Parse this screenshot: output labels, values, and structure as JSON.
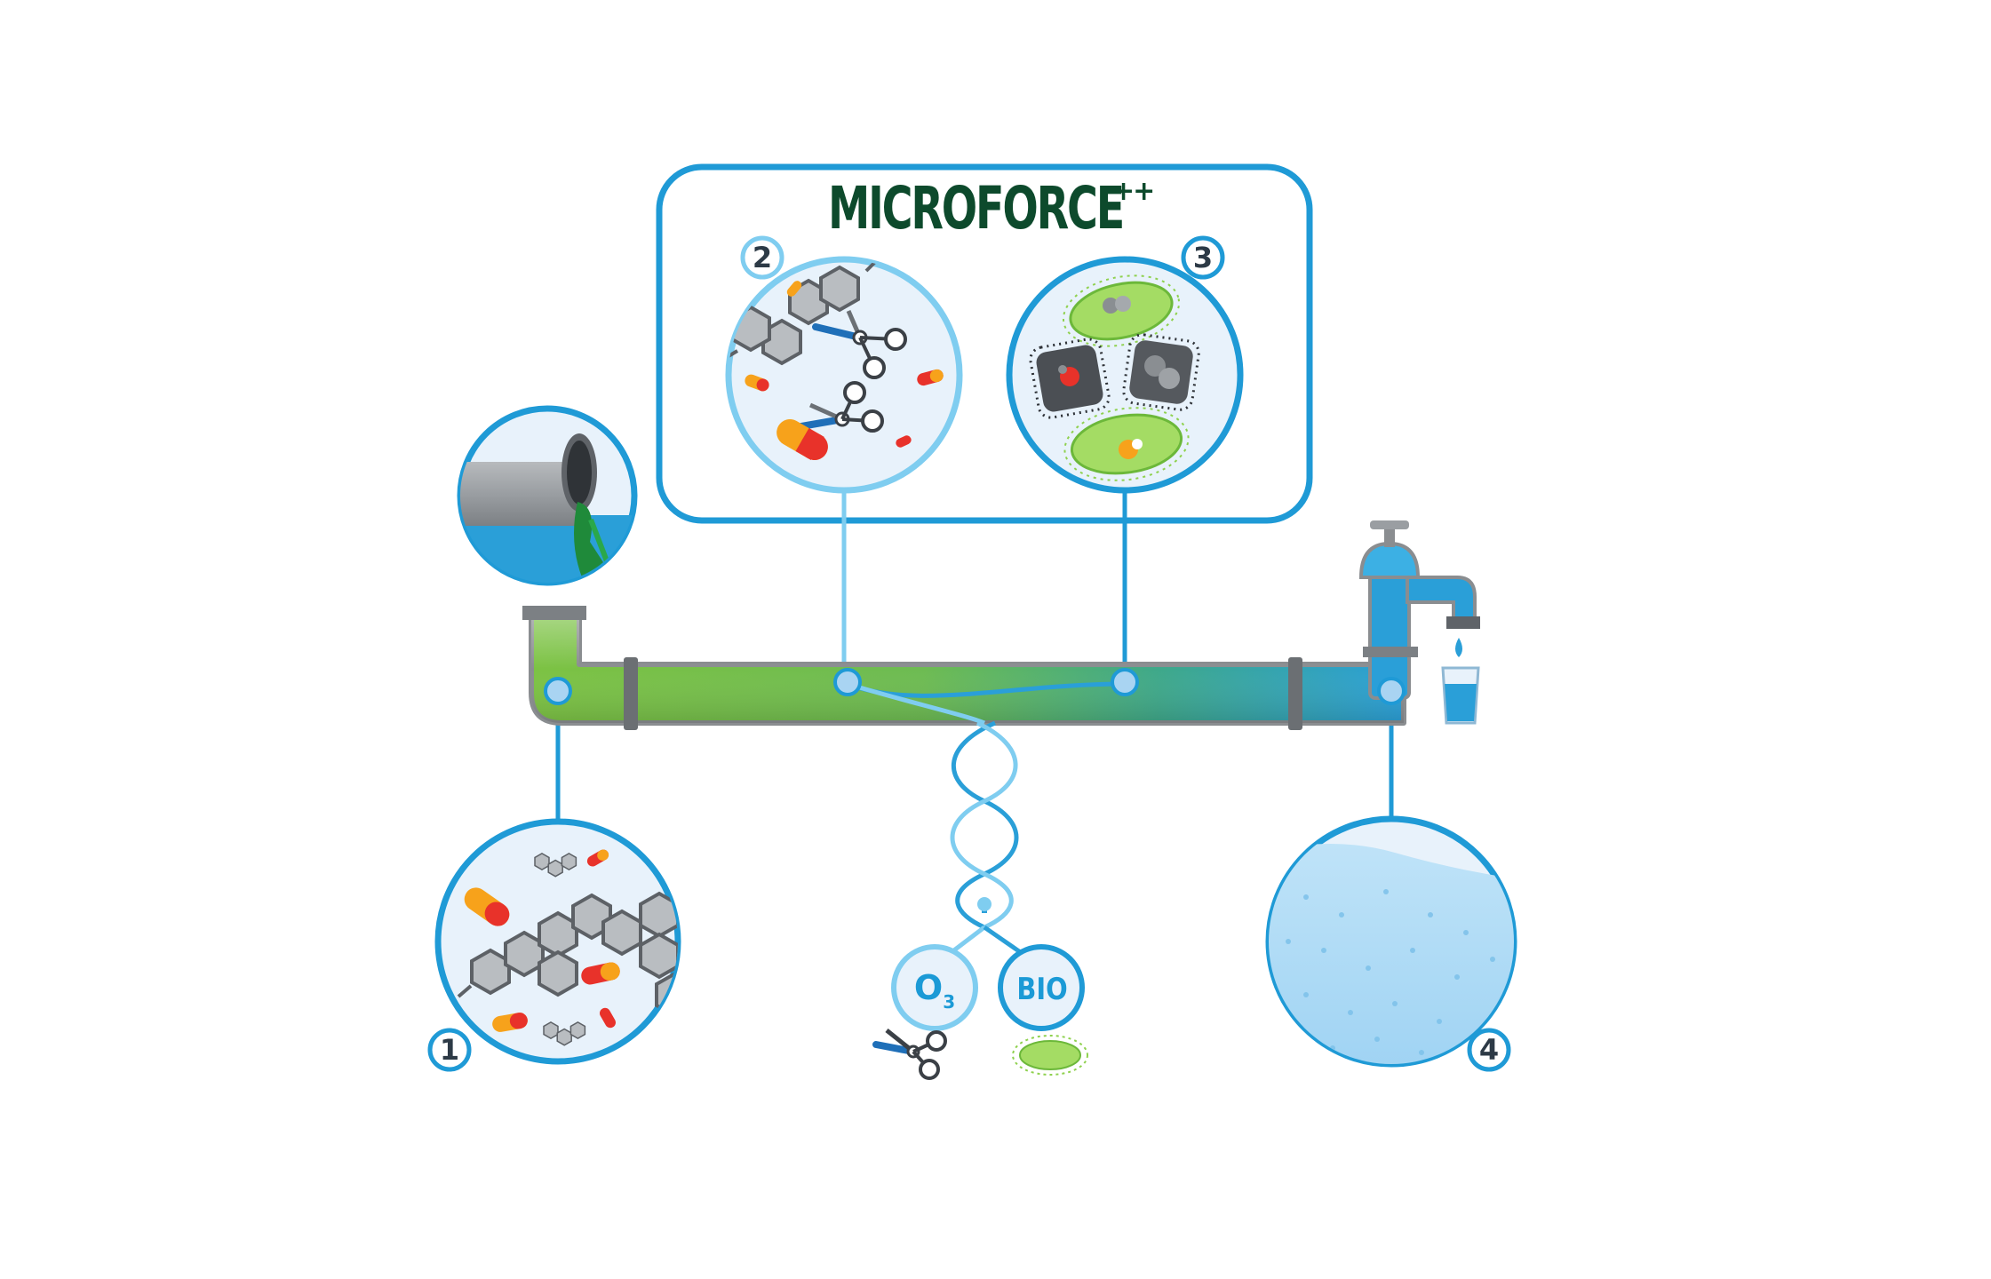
{
  "brand": {
    "name": "MICROFORCE",
    "suffix": "++"
  },
  "stages": [
    {
      "number": "1",
      "content": "micropollutants"
    },
    {
      "number": "2",
      "content": "oxidation"
    },
    {
      "number": "3",
      "content": "biodegradation"
    },
    {
      "number": "4",
      "content": "clean-water"
    }
  ],
  "inputs": {
    "ozone": {
      "symbol": "O",
      "subscript": "3"
    },
    "bio": "BIO"
  },
  "colors": {
    "outline": "#1f9ad6",
    "outline_light": "#7fcdf0",
    "circle_fill": "#e8f2fb",
    "pipe_green": "#7cc243",
    "pipe_blue": "#2a9fd8",
    "pipe_gray": "#8a8d90",
    "title_green": "#0d4a2c",
    "pill_red": "#e8322a",
    "pill_orange": "#f7a21b",
    "bacteria_green": "#8fd14f",
    "water_blue": "#a9d9f5"
  },
  "icons": [
    "outflow-pipe-icon",
    "faucet-icon",
    "water-glass-icon",
    "dna-helix-icon",
    "scissors-icon",
    "bacterium-icon",
    "molecule-icon",
    "capsule-icon"
  ]
}
